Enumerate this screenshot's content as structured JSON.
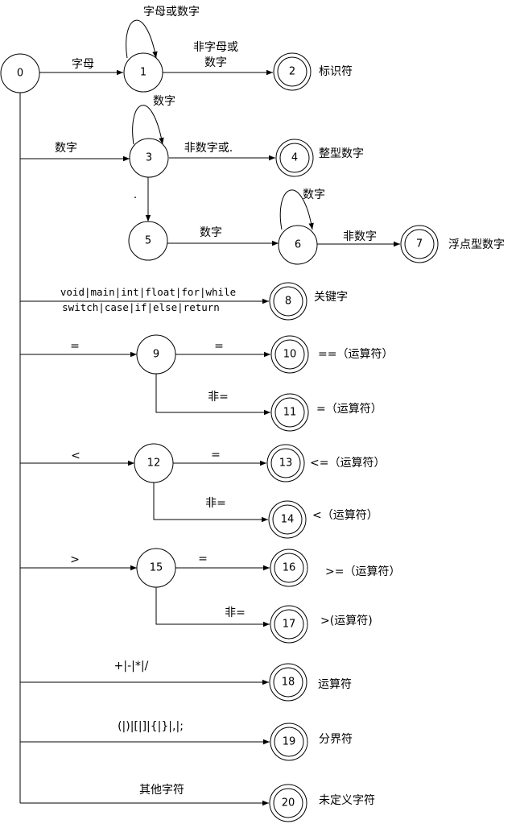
{
  "states": {
    "s0": "0",
    "s1": "1",
    "s2": "2",
    "s3": "3",
    "s4": "4",
    "s5": "5",
    "s6": "6",
    "s7": "7",
    "s8": "8",
    "s9": "9",
    "s10": "10",
    "s11": "11",
    "s12": "12",
    "s13": "13",
    "s14": "14",
    "s15": "15",
    "s16": "16",
    "s17": "17",
    "s18": "18",
    "s19": "19",
    "s20": "20"
  },
  "edges": {
    "e0_1": "字母",
    "e1_self": "字母或数字",
    "e1_2_line1": "非字母或",
    "e1_2_line2": "数字",
    "e0_3": "数字",
    "e3_self": "数字",
    "e3_4": "非数字或.",
    "e3_5": ".",
    "e5_6": "数字",
    "e6_self": "数字",
    "e6_7": "非数字",
    "e0_8_line1": "void|main|int|float|for|while",
    "e0_8_line2": "switch|case|if|else|return",
    "e0_9": "=",
    "e9_10": "=",
    "e9_11": "非=",
    "e0_12": "<",
    "e12_13": "=",
    "e12_14": "非=",
    "e0_15": ">",
    "e15_16": "=",
    "e15_17": "非=",
    "e0_18": "+|-|*|/",
    "e0_19": "(|)|[|]|{|}|,|;",
    "e0_20": "其他字符"
  },
  "tokens": {
    "t2": "标识符",
    "t4": "整型数字",
    "t7": "浮点型数字",
    "t8": "关键字",
    "t10": "==（运算符）",
    "t11": "=（运算符）",
    "t13": "<=（运算符）",
    "t14": "<（运算符）",
    "t16": ">=（运算符）",
    "t17": ">(运算符)",
    "t18": "运算符",
    "t19": "分界符",
    "t20": "未定义字符"
  }
}
